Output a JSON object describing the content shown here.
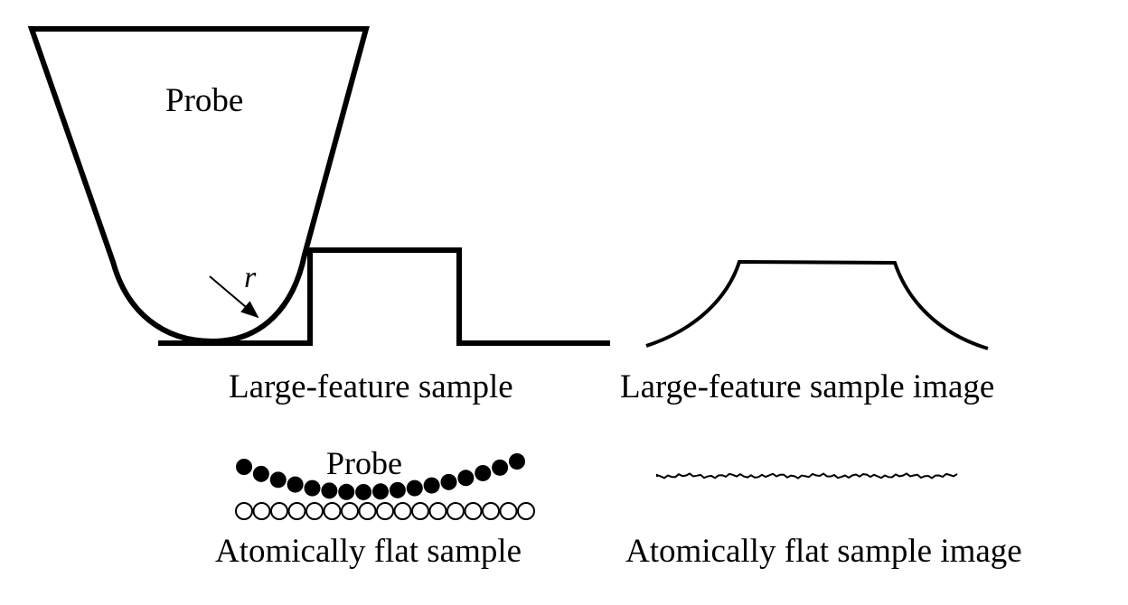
{
  "labels": {
    "probe_large": "Probe",
    "radius": "r",
    "large_sample": "Large-feature sample",
    "large_image": "Large-feature sample image",
    "probe_atomic": "Probe",
    "flat_sample": "Atomically flat sample",
    "flat_image": "Atomically flat sample image"
  },
  "atoms": {
    "probe_atom_count": 17,
    "sample_atom_count": 17
  }
}
